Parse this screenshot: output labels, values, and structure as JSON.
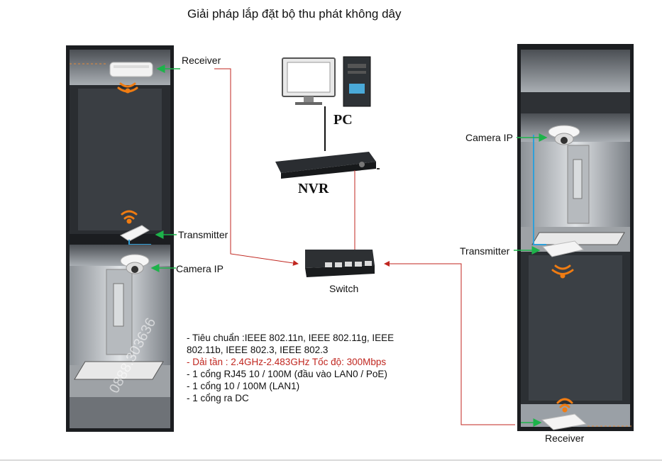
{
  "title": "Giải pháp lắp đặt bộ thu phát không dây",
  "labels": {
    "receiver_left": "Receiver",
    "transmitter_left": "Transmitter",
    "camera_left": "Camera IP",
    "pc": "PC",
    "nvr": "NVR",
    "switch": "Switch",
    "camera_right": "Camera IP",
    "transmitter_right": "Transmitter",
    "receiver_right": "Receiver"
  },
  "specs": [
    "- Tiêu chuẩn :IEEE 802.11n, IEEE 802.11g, IEEE 802.11b, IEEE 802.3, IEEE 802.3",
    "- Dải tần : 2.4GHz-2.483GHz Tốc độ: 300Mbps",
    "- 1 cổng RJ45 10 / 100M (đầu vào LAN0 / PoE)",
    "- 1 cổng 10 / 100M (LAN1)",
    "- 1 cổng ra DC"
  ],
  "watermark": "0888.303636",
  "colors": {
    "connector_red": "#c0261f",
    "pointer_green": "#1db34a",
    "shaft_dark": "#1b1d20",
    "wifi_orange": "#f07c12"
  }
}
